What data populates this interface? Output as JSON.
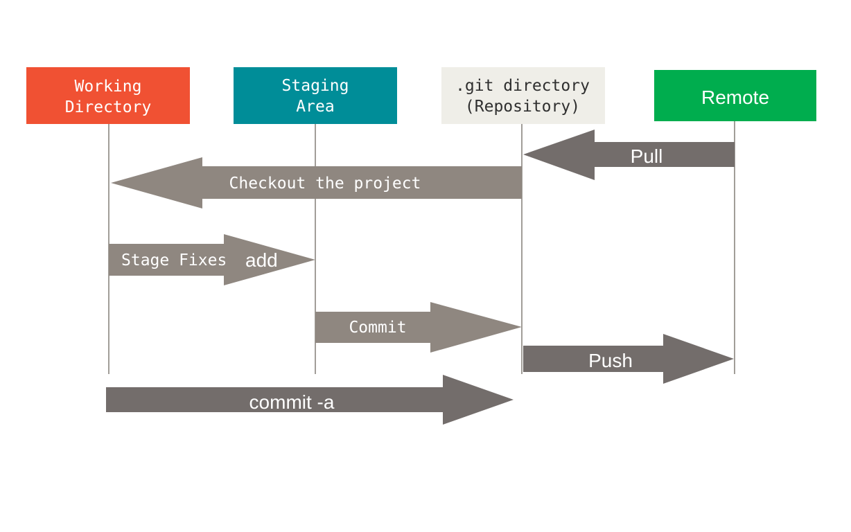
{
  "colors": {
    "working": "#f05133",
    "staging": "#008d98",
    "repo": "#efeee8",
    "remote": "#00ad4e",
    "lane": "#a19d98",
    "arrow_light": "#8f8780",
    "arrow_dark": "#736d6b",
    "white_text": "#ffffff",
    "dark_text": "#2f2f2f"
  },
  "nodes": {
    "working": {
      "line1": "Working",
      "line2": "Directory"
    },
    "staging": {
      "line1": "Staging",
      "line2": "Area"
    },
    "repo": {
      "line1": ".git directory",
      "line2": "(Repository)"
    },
    "remote": {
      "label": "Remote"
    }
  },
  "arrows": {
    "pull": "Pull",
    "checkout": "Checkout the project",
    "stage_fixes": "Stage Fixes",
    "add": "add",
    "commit": "Commit",
    "push": "Push",
    "commit_a": "commit -a"
  }
}
